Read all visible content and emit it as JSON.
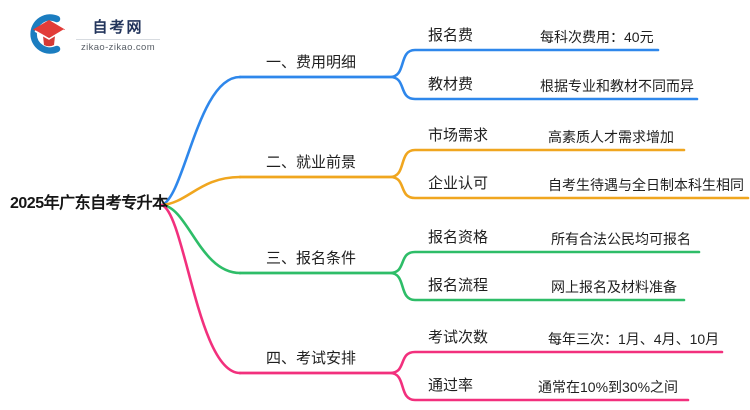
{
  "logo": {
    "title": "自考网",
    "domain": "zikao-zikao.com",
    "swoosh_color": "#1b7dc0",
    "cap_color": "#e23c38"
  },
  "root": {
    "label": "2025年广东自考专升本",
    "text_color": "#151515"
  },
  "branches": [
    {
      "label": "一、费用明细",
      "color": "#2e87eb",
      "children": [
        {
          "label": "报名费",
          "value": "每科次费用：40元"
        },
        {
          "label": "教材费",
          "value": "根据专业和教材不同而异"
        }
      ]
    },
    {
      "label": "二、就业前景",
      "color": "#f0a61f",
      "children": [
        {
          "label": "市场需求",
          "value": "高素质人才需求增加"
        },
        {
          "label": "企业认可",
          "value": "自考生待遇与全日制本科生相同"
        }
      ]
    },
    {
      "label": "三、报名条件",
      "color": "#2ebd68",
      "children": [
        {
          "label": "报名资格",
          "value": "所有合法公民均可报名"
        },
        {
          "label": "报名流程",
          "value": "网上报名及材料准备"
        }
      ]
    },
    {
      "label": "四、考试安排",
      "color": "#f2307d",
      "children": [
        {
          "label": "考试次数",
          "value": "每年三次：1月、4月、10月"
        },
        {
          "label": "通过率",
          "value": "通常在10%到30%之间"
        }
      ]
    }
  ]
}
